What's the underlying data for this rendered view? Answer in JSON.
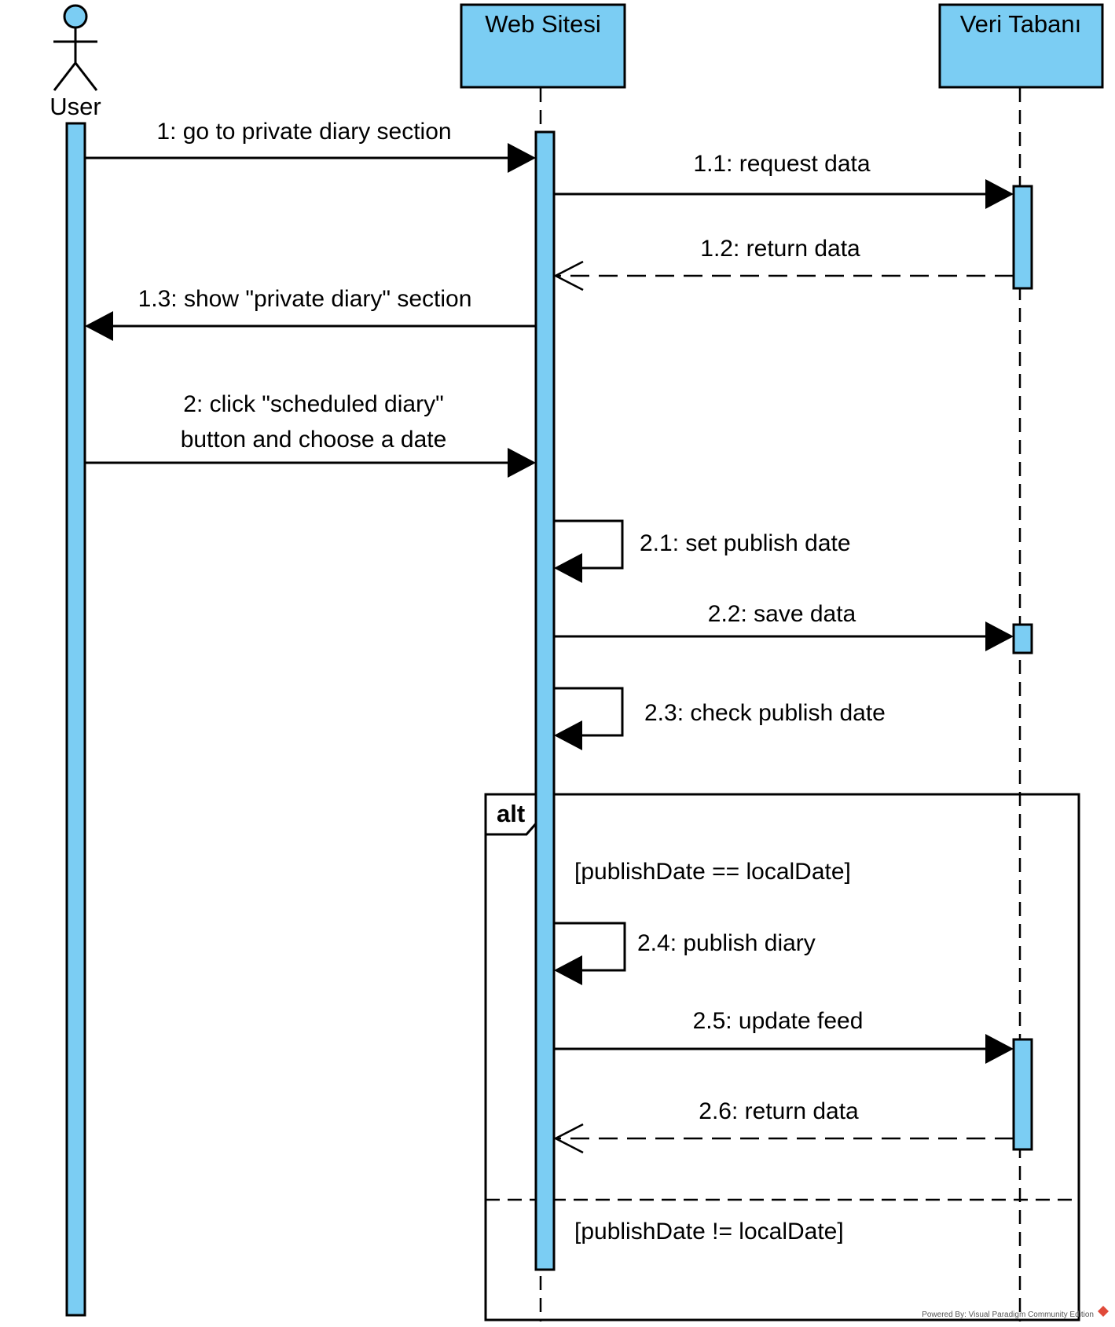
{
  "participants": {
    "actor": "User",
    "web": "Web Sitesi",
    "db": "Veri Tabanı"
  },
  "messages": {
    "m1": "1: go to private diary section",
    "m1_1": "1.1: request data",
    "m1_2": "1.2: return data",
    "m1_3": "1.3: show \"private diary\" section",
    "m2_line1": "2: click \"scheduled diary\"",
    "m2_line2": "button and choose a date",
    "m2_1": "2.1: set publish date",
    "m2_2": "2.2: save data",
    "m2_3": "2.3: check publish date",
    "m2_4": "2.4: publish diary",
    "m2_5": "2.5: update feed",
    "m2_6": "2.6: return data"
  },
  "fragment": {
    "operator": "alt",
    "guard1": "[publishDate == localDate]",
    "guard2": "[publishDate != localDate]"
  },
  "watermark": "Powered By: Visual Paradigm Community Edition",
  "colors": {
    "fill": "#7bcdf3",
    "stroke": "#000000"
  }
}
